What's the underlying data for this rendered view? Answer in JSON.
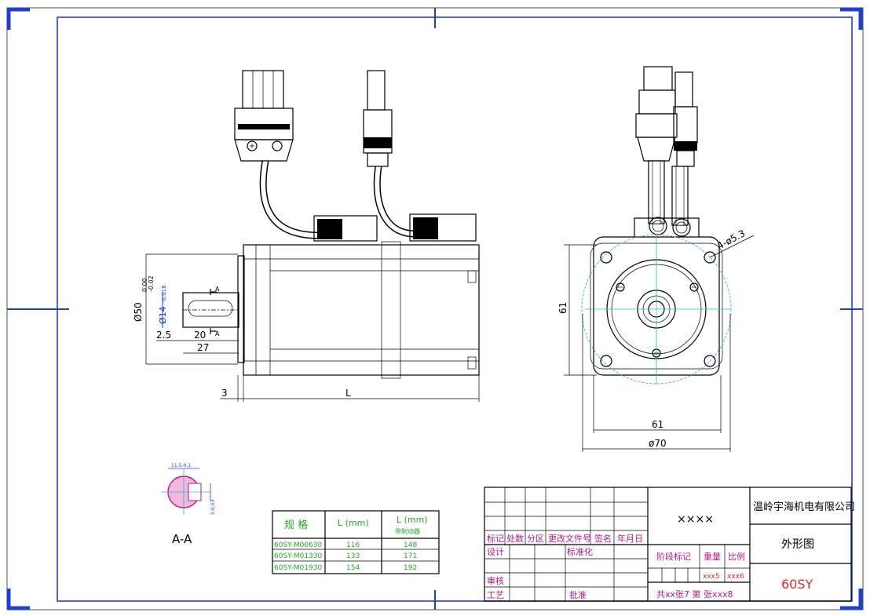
{
  "dimensions": {
    "shaft_dia": "Ø14",
    "shaft_tol": "-0.018",
    "spigot_dia": "Ø50",
    "spigot_tol_upper": "0.00",
    "spigot_tol_lower": "-0.02",
    "d_2_5": "2.5",
    "d_20": "20",
    "d_27": "27",
    "d_3": "3",
    "d_L": "L",
    "d_61_v": "61",
    "d_61_h": "61",
    "d_70": "ø70",
    "holes": "4-ø5.3",
    "section_mark": "A",
    "section_label": "A-A",
    "key_top": "11.5-0.1",
    "key_side": "5-0.03"
  },
  "spec_table": {
    "headers": [
      "规 格",
      "L (mm)",
      "L (mm)"
    ],
    "header_sub": "带制动器",
    "rows": [
      [
        "60SY-M00630",
        "116",
        "148"
      ],
      [
        "60SY-M01330",
        "133",
        "171"
      ],
      [
        "60SY-M01930",
        "154",
        "192"
      ]
    ]
  },
  "title_block": {
    "labels_row": [
      "标记",
      "处数",
      "分区",
      "更改文件号",
      "签名",
      "年月日"
    ],
    "design": "设计",
    "standard": "标准化",
    "review": "审核",
    "process": "工艺",
    "approve": "批准",
    "stage": "阶段标记",
    "weight": "重量",
    "scale": "比例",
    "weight_val": "xxx5",
    "scale_val": "xxx6",
    "sheets": "共xx张7  第  张xxx8",
    "drawing_no": "××××",
    "company": "温岭宇海机电有限公司",
    "drawing_name": "外形图",
    "model": "60SY"
  },
  "colors": {
    "blue": "#1f3fd0",
    "green": "#26a626",
    "magenta": "#c0158a",
    "red": "#e02a2a",
    "cyan": "#2fb5c8"
  }
}
